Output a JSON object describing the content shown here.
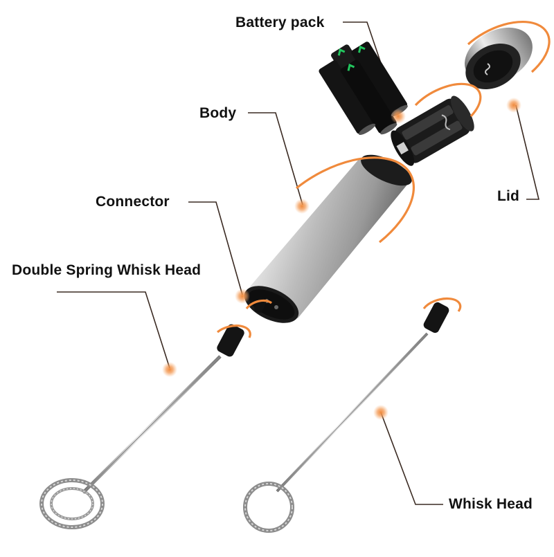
{
  "labels": {
    "battery_pack": "Battery pack",
    "body": "Body",
    "connector": "Connector",
    "double_spring_whisk_head": "Double Spring Whisk Head",
    "lid": "Lid",
    "whisk_head": "Whisk Head"
  },
  "colors": {
    "accent": "#f08a3c",
    "leader_line": "#3a2a22",
    "steel_light": "#d9d9d9",
    "steel_dark": "#8a8a8a",
    "battery": "#111111",
    "battery_mark": "#22c55e"
  }
}
